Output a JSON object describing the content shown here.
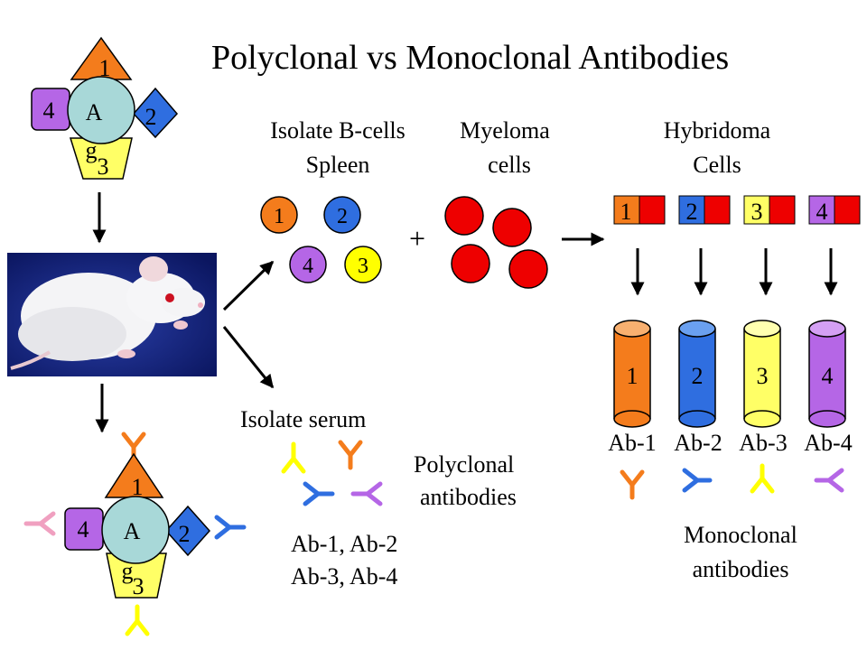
{
  "title": "Polyclonal vs Monoclonal Antibodies",
  "antigen": {
    "center_label": "A",
    "epitope_labels": [
      "1",
      "2",
      "3",
      "4"
    ],
    "g_label": "g"
  },
  "bcells": {
    "heading_line1": "Isolate B-cells",
    "heading_line2": "Spleen",
    "labels": [
      "1",
      "2",
      "4",
      "3"
    ]
  },
  "plus_sign": "+",
  "myeloma": {
    "heading_line1": "Myeloma",
    "heading_line2": "cells"
  },
  "hybridoma": {
    "heading_line1": "Hybridoma",
    "heading_line2": "Cells",
    "labels": [
      "1",
      "2",
      "3",
      "4"
    ]
  },
  "cylinders": {
    "labels": [
      "1",
      "2",
      "3",
      "4"
    ],
    "antibody_labels": [
      "Ab-1",
      "Ab-2",
      "Ab-3",
      "Ab-4"
    ]
  },
  "serum": {
    "heading": "Isolate serum",
    "polyclonal_line1": "Polyclonal",
    "polyclonal_line2": "antibodies",
    "ab_line1": "Ab-1, Ab-2",
    "ab_line2": "Ab-3, Ab-4"
  },
  "monoclonal": {
    "line1": "Monoclonal",
    "line2": "antibodies"
  },
  "colors": {
    "epitope_1": "#f47c1c",
    "epitope_2": "#2f6ee0",
    "epitope_3": "#ffff66",
    "epitope_4": "#b566e6",
    "antigen_core": "#a8d8d8",
    "myeloma": "#ee0000",
    "antibody_pink": "#f0a0c0"
  }
}
